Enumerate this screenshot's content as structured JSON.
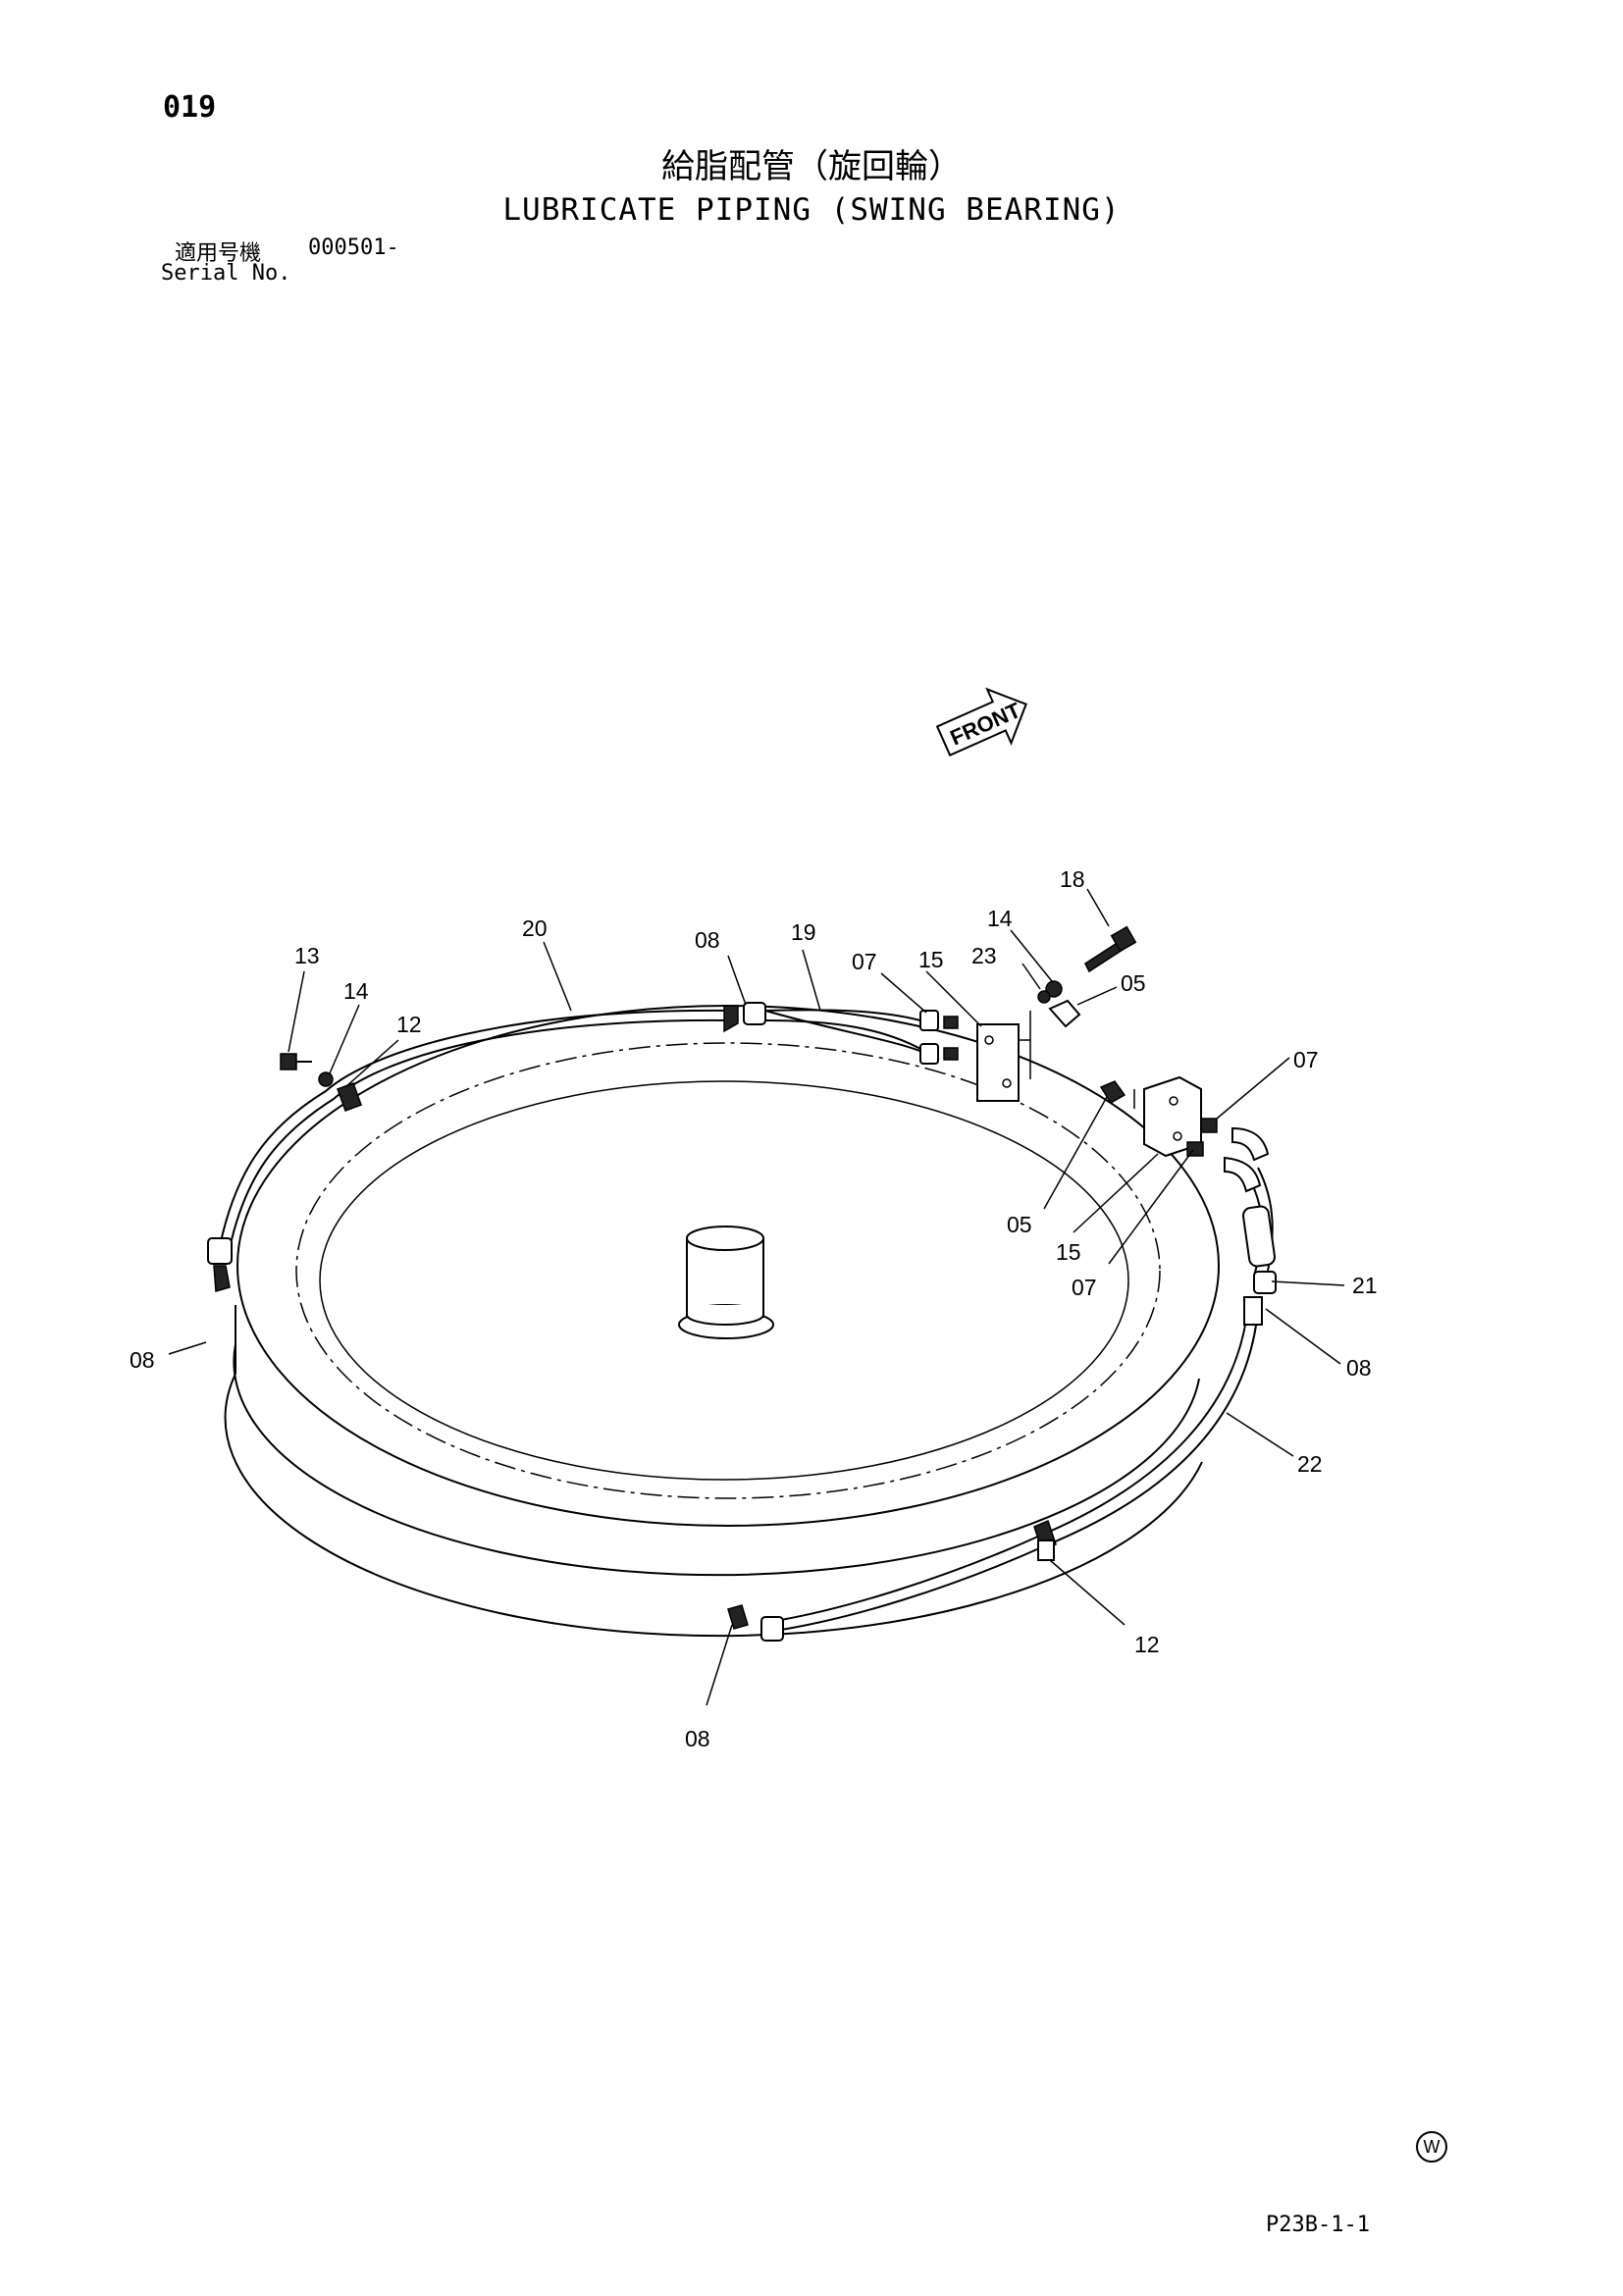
{
  "header": {
    "page_number": "019",
    "title_jp": "給脂配管（旋回輪）",
    "title_en": "LUBRICATE PIPING (SWING BEARING)",
    "serial_label_jp": "適用号機",
    "serial_value": "000501-",
    "serial_label_en": "Serial No."
  },
  "diagram": {
    "front_label": "FRONT",
    "callouts": [
      "18",
      "14",
      "23",
      "05",
      "13",
      "14",
      "12",
      "20",
      "08",
      "19",
      "07",
      "15",
      "07",
      "05",
      "15",
      "07",
      "21",
      "08",
      "22",
      "08",
      "12",
      "08"
    ]
  },
  "footer": {
    "code": "P23B-1-1",
    "mark": "W"
  }
}
